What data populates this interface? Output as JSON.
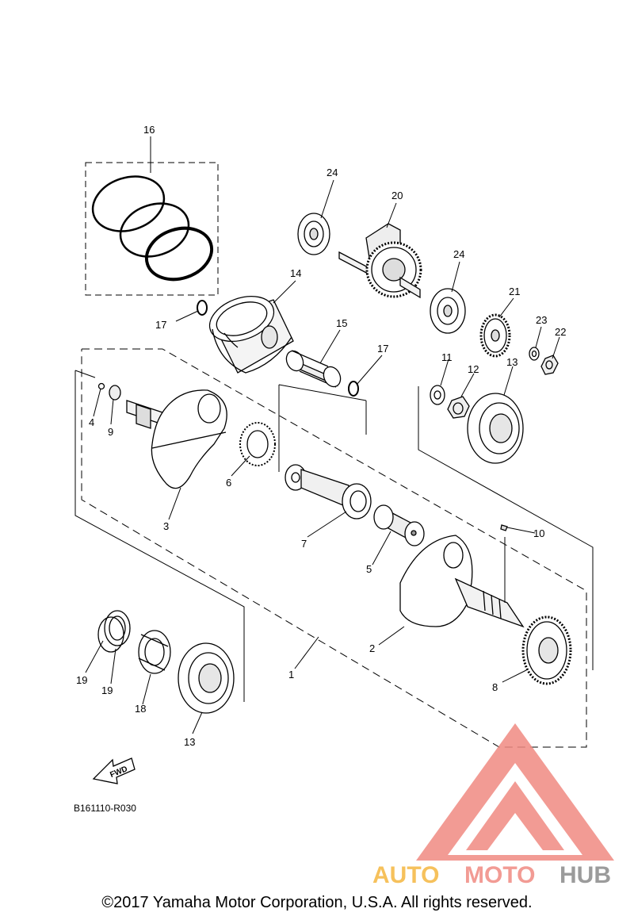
{
  "diagram_code": "B161110-R030",
  "fwd_label": "FWD",
  "copyright": "©2017 Yamaha Motor Corporation, U.S.A. All rights reserved.",
  "watermark": {
    "brand_part1": "AUTO",
    "brand_part2": "MOTO",
    "brand_part3": "HUB",
    "color_primary": "#f08a82",
    "color_secondary": "#f5b740",
    "color_gray": "#8a8a8a"
  },
  "callouts": [
    "1",
    "2",
    "3",
    "4",
    "5",
    "6",
    "7",
    "8",
    "9",
    "10",
    "11",
    "12",
    "13",
    "13",
    "14",
    "15",
    "16",
    "17",
    "17",
    "18",
    "19",
    "19",
    "20",
    "21",
    "22",
    "23",
    "24",
    "24"
  ]
}
